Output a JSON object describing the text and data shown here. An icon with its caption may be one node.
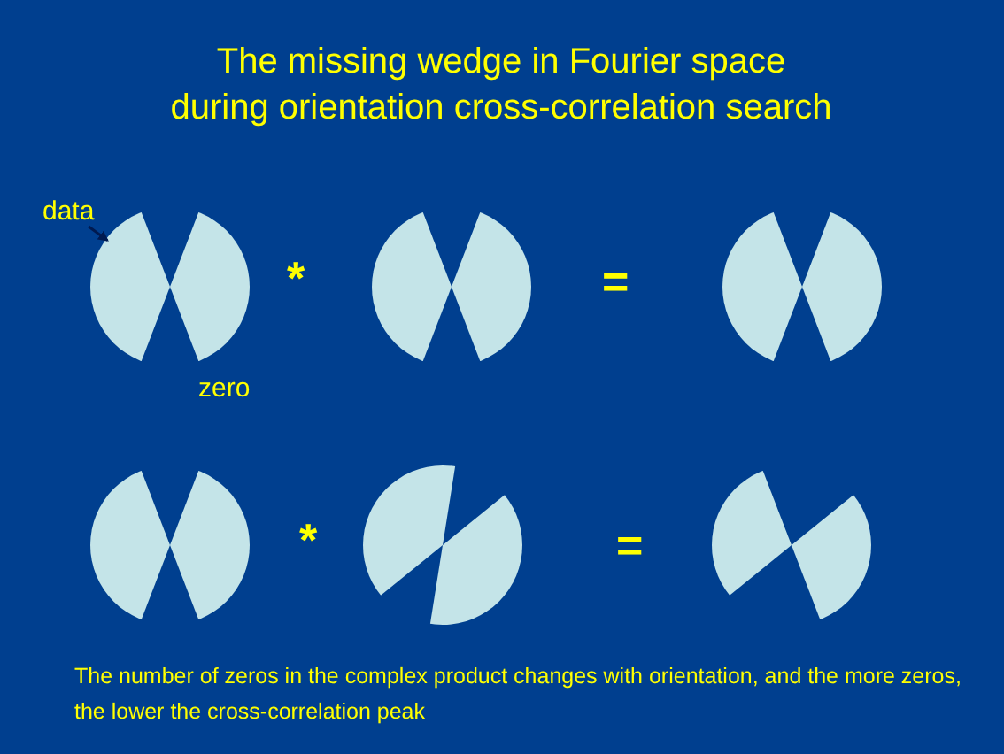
{
  "diagram": {
    "title": "The missing wedge in Fourier space during orientation cross-correlation search",
    "nodes": [
      {
        "text": [
          "data"
        ]
      },
      {
        "text": [],
        "shape": "circle"
      }
    ],
    "edges": [
      {
        "from": 0,
        "to": 1,
        "arrow": "to"
      }
    ],
    "labels": [
      "*",
      "=",
      "zero",
      "*",
      "="
    ],
    "caption": "The number of zeros in the complex product changes with orientation, and the more zeros, the lower the cross-correlation peak"
  }
}
